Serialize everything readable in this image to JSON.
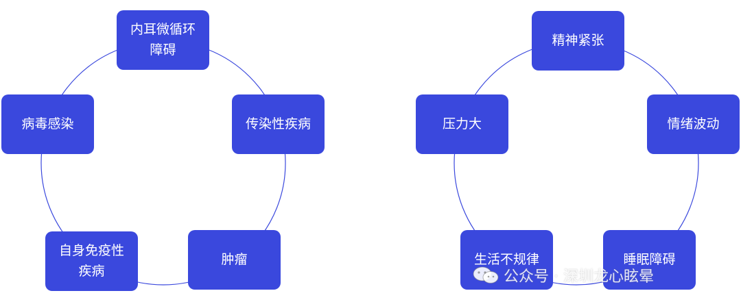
{
  "colors": {
    "node": "#3a48dd",
    "ring": "#3a48dd",
    "text": "#ffffff"
  },
  "left_cycle": {
    "nodes": [
      {
        "label": "内耳微循环\n障碍"
      },
      {
        "label": "传染性疾病"
      },
      {
        "label": "肿瘤"
      },
      {
        "label": "自身免疫性\n疾病"
      },
      {
        "label": "病毒感染"
      }
    ]
  },
  "right_cycle": {
    "nodes": [
      {
        "label": "精神紧张"
      },
      {
        "label": "情绪波动"
      },
      {
        "label": "睡眠障碍"
      },
      {
        "label": "生活不规律"
      },
      {
        "label": "压力大"
      }
    ]
  },
  "watermark": {
    "text": "公众号 · 深圳龙心眩晕",
    "icon": "wechat-icon"
  }
}
